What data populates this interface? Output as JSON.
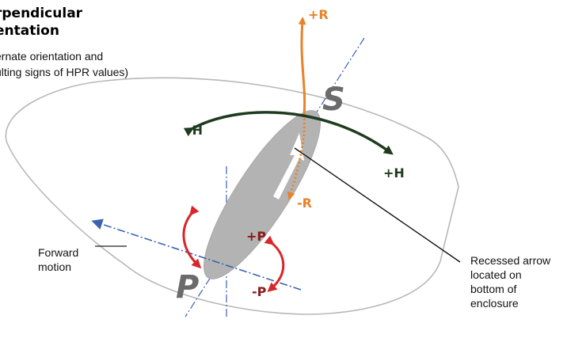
{
  "title": {
    "line1": "rpendicular",
    "line2": "entation"
  },
  "subtitle": {
    "line1": "ernate orientation and",
    "line2": "ulting signs of HPR values)"
  },
  "labels": {
    "plus_r": "+R",
    "minus_r": "-R",
    "minus_h": "-H",
    "plus_h": "+H",
    "plus_p": "+P",
    "minus_p": "-P",
    "s": "S",
    "p": "P"
  },
  "annotations": {
    "forward_line1": "Forward",
    "forward_line2": "motion",
    "recessed_line1": "Recessed arrow",
    "recessed_line2": "located on",
    "recessed_line3": "bottom of",
    "recessed_line4": "enclosure"
  },
  "colors": {
    "roll": "#e8832a",
    "heading": "#1f3b1f",
    "pitch": "#d9262b",
    "pitch_label": "#8b1a1a",
    "axis": "#3a62b0",
    "disc": "#b3b3b3",
    "outline": "#b8b8b8"
  }
}
